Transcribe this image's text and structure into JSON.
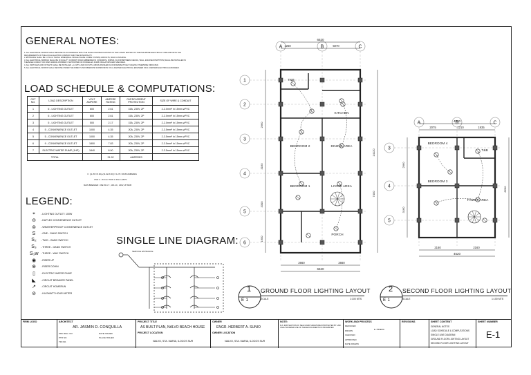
{
  "general_notes": {
    "title": "GENERAL NOTES:",
    "items": [
      "1.  ALL ELECTRICAL WORKS SHALL BE DONE IN ACCORDANCE WITH THE RULES AND REGULATIONS OF THE LATEST EDITION OF THE PHILIPPINE ELECTRICAL CODE AND WITH THE",
      "     REQUIREMENTS OF THE LOCAL ELECTRIC COMPANY AND THE MUNICIPALITY.",
      "2.  ENTRANCE SHALL BE 2-3.5mm² THHN-2 WIRES(BALL SINGLE PHASE 2-WIRE SYSTEM) 230VOLTS, 60Hz AS SOURCE.",
      "3.  ALL ELECTRICAL WIRINGS SHALL BE IN QUALITY CONDUIT (RIGID EMBEDDED IN CONCRETE, FORMS, FLOOR BETWEEN CEILING, WALL, ENCASED PARTITION) SHALL BE INSTALLED IN",
      "     THE BASE CONDUIT OR OPEN WIRING PROPERLY SUPPORTED ON PORCELAIN KNOB INSULATORS AND SPECIFIED.",
      "4.  ALL SWITCHES AND OUTLETS SHALL BE INSTALLED +1.4 MTS. AND 0.30 MTS. ABOVE FINISHED FLOOR RESPECTIVELY UNLESS OTHERWISE INDICATED.",
      "5.  ALL ELECTRICAL WORKS SHALL BE DONE UNDER THE DIRECT AND IMMEDIATE SUPERVISION OF A LICENSED ELECTRICAL ENGINEER OR A LICENSED ELECTRICAL ENGINEER."
    ]
  },
  "load_schedule": {
    "title": "LOAD SCHEDULE & COMPUTATIONS:",
    "headers": [
      "CKT NO.",
      "LOAD DESCRIPTION",
      "VOLT AMPERE",
      "AMPERE RATING",
      "OVERCURRENT PROTECTION",
      "SIZE OF WIRE & CONDUIT"
    ],
    "rows": [
      [
        "1",
        "6 - LIGHTING OUTLET",
        "600",
        "2.61",
        "15A, 230V, 2P",
        "2-2.0mm² in 15mm ⌀PVC"
      ],
      [
        "2",
        "6 - LIGHTING OUTLET",
        "600",
        "2.61",
        "15A, 230V, 2P",
        "2-2.0mm² in 15mm ⌀PVC"
      ],
      [
        "3",
        "5 - LIGHTING OUTLET",
        "500",
        "2.17",
        "15A, 230V, 2P",
        "2-2.0mm² in 15mm ⌀PVC"
      ],
      [
        "4",
        "5 - CONVENIENCE OUTLET",
        "1000",
        "4.35",
        "20A, 230V, 2P",
        "2-3.5mm² in 15mm ⌀PVC"
      ],
      [
        "5",
        "5 - CONVENIENCE OUTLET",
        "1000",
        "4.35",
        "20A, 230V, 2P",
        "2-3.5mm² in 15mm ⌀PVC"
      ],
      [
        "6",
        "9 - CONVENIENCE OUTLET",
        "1800",
        "7.83",
        "20A, 230V, 2P",
        "2-3.5mm² in 15mm ⌀PVC"
      ],
      [
        "7",
        "ELECTRIC WATER PUMP (1HP)",
        "1840",
        "8.00",
        "20A, 230V, 2P",
        "2-3.5mm² in 15mm ⌀PVC"
      ]
    ],
    "total_label": "TOTAL",
    "total_value": "31.92",
    "total_unit": "AMPERES",
    "computations": [
      "I = [(1.25 X 8.00)+(31.92-8.00)] X 1.25 = 38.80 AMPERES",
      "USE: 2 - 8.0mm² THW in 20mm ⌀PVC",
      "MAIN BREAKER: USE 50 A.T., 100 A.F., 230V, 2P MCB"
    ]
  },
  "legend": {
    "title": "LEGEND:",
    "items": [
      {
        "icon": "lighting-outlet-icon",
        "glyph": "⌖",
        "label": "- LIGHTING OUTLET: 100W"
      },
      {
        "icon": "duplex-outlet-icon",
        "glyph": "⊖",
        "label": "- DUPLEX CONVENIENCE OUTLET"
      },
      {
        "icon": "weatherproof-outlet-icon",
        "glyph": "⊜",
        "label": "- WEATHERPROOF CONVENIENCE OUTLET"
      },
      {
        "icon": "one-gang-switch-icon",
        "glyph": "S",
        "label": "- ONE - GANG SWITCH"
      },
      {
        "icon": "two-gang-switch-icon",
        "glyph": "S₂",
        "label": "- TWO - GANG SWITCH"
      },
      {
        "icon": "three-gang-switch-icon",
        "glyph": "S₃",
        "label": "- THREE - GANG SWITCH"
      },
      {
        "icon": "three-way-switch-icon",
        "glyph": "S₃w",
        "label": "- THREE - WAY SWITCH"
      },
      {
        "icon": "riser-up-icon",
        "glyph": "◉",
        "label": "- RISER UP"
      },
      {
        "icon": "riser-down-icon",
        "glyph": "⊗",
        "label": "- RISER DOWN"
      },
      {
        "icon": "water-pump-icon",
        "glyph": "▯",
        "label": "- ELECTRIC WATER PUMP"
      },
      {
        "icon": "breaker-panel-icon",
        "glyph": "◣",
        "label": "- CIRCUIT BREAKER PANEL"
      },
      {
        "icon": "homerun-icon",
        "glyph": "↗",
        "label": "- CIRCUIT HOMERUN"
      },
      {
        "icon": "kwh-meter-icon",
        "glyph": "⊘",
        "label": "- KILOWATT HOUR METER"
      }
    ]
  },
  "single_line": {
    "title": "SINGLE LINE DIAGRAM:"
  },
  "ground_floor": {
    "number": "1",
    "sheet": "E 1",
    "title": "GROUND FLOOR LIGHTING LAYOUT",
    "scale_label": "SCALE",
    "scale_value": "1:100 MTS",
    "overall_width": "6520",
    "top_dims": [
      "1250",
      "5070"
    ],
    "bottom_dims": [
      "2660",
      "2660"
    ],
    "grid_cols": [
      "A",
      "B",
      "C"
    ],
    "grid_rows": [
      "1",
      "2",
      "3",
      "4",
      "5",
      "6"
    ],
    "rooms": [
      "KITCHEN",
      "BEDROOM 2",
      "DINING AREA",
      "BEDROOM 1",
      "LIVING AREA",
      "PORCH",
      "T&B"
    ],
    "left_dims": [
      "2960",
      "3160",
      "3300",
      "1600"
    ],
    "right_dims": [
      "14120",
      "7400"
    ]
  },
  "second_floor": {
    "number": "2",
    "sheet": "E 1",
    "title": "SECOND FLOOR LIGHTING LAYOUT",
    "scale_label": "SCALE",
    "scale_value": "1:100 MTS",
    "overall_width": "4520",
    "top_dims": [
      "2075",
      "1210",
      "1935"
    ],
    "bottom_dims": [
      "2160",
      "2160"
    ],
    "grid_cols": [
      "A",
      "B",
      "C"
    ],
    "grid_rows": [
      "3",
      "4",
      "5"
    ],
    "rooms": [
      "BEDROOM 4",
      "BEDROOM 3",
      "FAMILY AREA",
      "T&B"
    ],
    "left_dims": [
      "2960",
      "3160"
    ],
    "right_dims": [
      "8200"
    ]
  },
  "title_block": {
    "firm_logo": "FIRM LOGO",
    "architect_head": "ARCHITECT",
    "architect_name": "AR. JASMIN D. CONQUILLA",
    "architect_sub": [
      "PRC REG. NO.",
      "PTR NO.",
      "TIN NO.",
      "DATE ISSUED",
      "PLACE ISSUED"
    ],
    "project_title_head": "PROJECT TITLE",
    "project_title": "AS BUILT PLAN, NALVO BEACH HOUSE",
    "project_location_head": "PROJECT LOCATION",
    "project_location": "NALVO, STA. MARIA, ILOCOS SUR",
    "owner_head": "OWNER",
    "owner_name": "ENGR. HERBERT A. SUNIO",
    "owner_location_head": "OWNER LOCATION",
    "owner_location": "NALVO, STA. MARIA, ILOCOS SUR",
    "note_head": "NOTE:",
    "note_text": "R.A. 9266 SECTION 20: SEALS AND SIGNATURES PROTECTED BY LAW. UNAUTHORIZED USE OF THESE DOCUMENTS IS PROHIBITED.",
    "work_head": "WORK AND PROCESS",
    "work_rows": [
      "DESIGNED",
      "DRAWN",
      "CHECKED",
      "APPROVED",
      "DATE DRAWN"
    ],
    "work_value": "E. PINEDA",
    "revisions_head": "REVISIONS",
    "sheet_content_head": "SHEET CONTENT",
    "sheet_content": [
      "GENERAL NOTES",
      "LOAD SCHEDULE & COMPUTATIONS",
      "SINGLE LINE DIAGRAM",
      "GROUND FLOOR LIGHTING LAYOUT",
      "SECOND FLOOR LIGHTING LAYOUT"
    ],
    "sheet_number_head": "SHEET NUMBER",
    "sheet_number": "E-1"
  }
}
